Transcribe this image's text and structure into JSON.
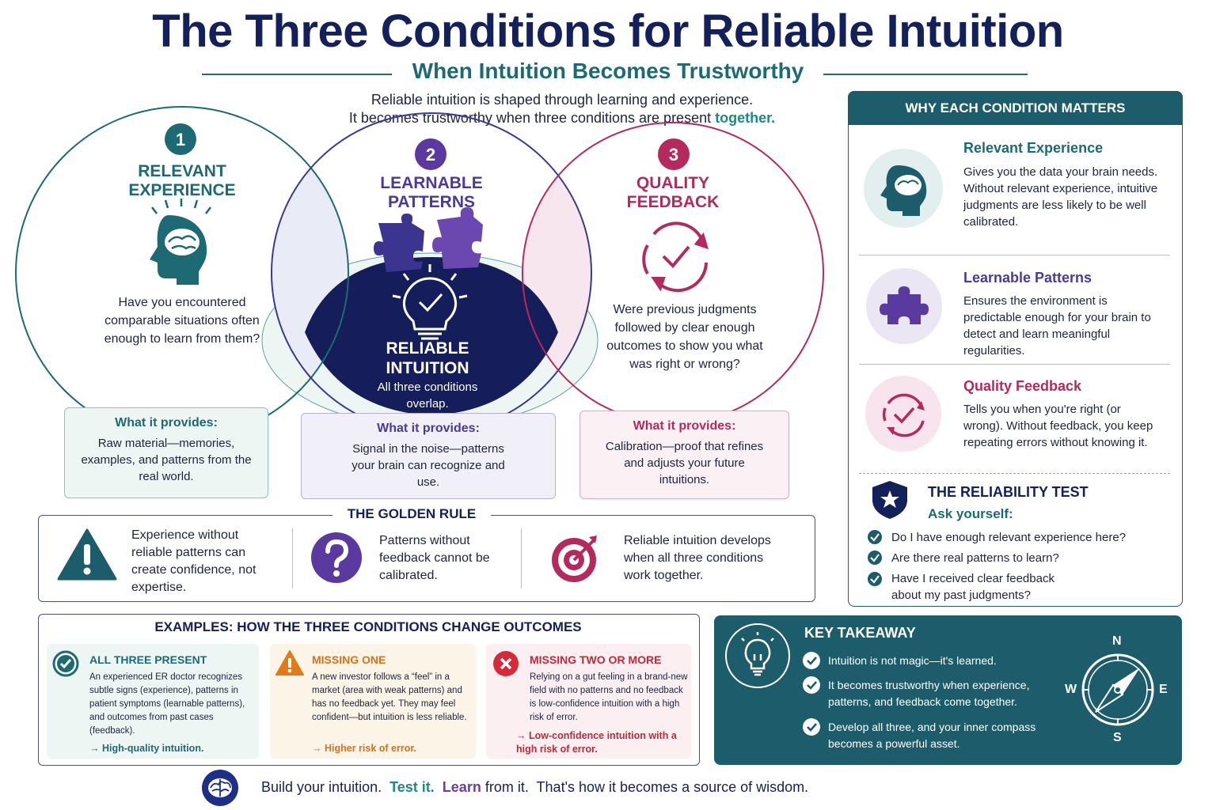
{
  "header": {
    "title": "The Three Conditions for Reliable Intuition",
    "subtitle": "When Intuition Becomes Trustworthy",
    "intro_line1": "Reliable intuition is shaped through learning and experience.",
    "intro_line2": "It becomes trustworthy when three conditions are present",
    "intro_accent": "together."
  },
  "colors": {
    "navy": "#14205a",
    "teal": "#1d6a74",
    "purple": "#5b3aa0",
    "crimson": "#b52a5e",
    "panel": "#1d5c6b"
  },
  "venn": {
    "c1": {
      "number": "1",
      "title": "RELEVANT EXPERIENCE",
      "icon": "head-brain-icon",
      "question": "Have you encountered comparable situations often enough to learn from them?",
      "provides_label": "What it provides:",
      "provides_text": "Raw material—memories, examples, and patterns from the real world."
    },
    "c2": {
      "number": "2",
      "title": "LEARNABLE PATTERNS",
      "icon": "puzzle-icon",
      "provides_label": "What it provides:",
      "provides_text": "Signal in the noise—patterns your brain can recognize and use."
    },
    "c3": {
      "number": "3",
      "title": "QUALITY FEEDBACK",
      "icon": "cycle-check-icon",
      "question": "Were previous judgments followed by clear enough outcomes to show you what was right or wrong?",
      "provides_label": "What it provides:",
      "provides_text": "Calibration—proof that refines and adjusts your future intuitions."
    },
    "center": {
      "title": "RELIABLE INTUITION",
      "subtitle": "All three conditions overlap.",
      "icon": "lightbulb-check-icon"
    }
  },
  "golden_rule": {
    "title": "THE GOLDEN RULE",
    "items": [
      {
        "icon": "warning-icon",
        "text": "Experience without reliable patterns can create confidence, not expertise."
      },
      {
        "icon": "question-icon",
        "text": "Patterns without feedback cannot be calibrated."
      },
      {
        "icon": "target-icon",
        "text": "Reliable intuition develops when all three conditions work together."
      }
    ]
  },
  "why": {
    "header": "WHY EACH CONDITION MATTERS",
    "items": [
      {
        "title": "Relevant Experience",
        "text": "Gives you the data your brain needs. Without relevant experience, intuitive judgments are less likely to be well calibrated."
      },
      {
        "title": "Learnable Patterns",
        "text": "Ensures the environment is predictable enough for your brain to detect and learn meaningful regularities."
      },
      {
        "title": "Quality Feedback",
        "text": "Tells you when you're right (or wrong). Without feedback, you keep repeating errors without knowing it."
      }
    ],
    "test_title": "THE RELIABILITY TEST",
    "test_sub": "Ask yourself:",
    "test_items": [
      "Do I have enough relevant experience here?",
      "Are there real patterns to learn?",
      "Have I received clear feedback about my past judgments?"
    ]
  },
  "examples": {
    "title": "EXAMPLES: HOW THE THREE CONDITIONS CHANGE OUTCOMES",
    "cards": [
      {
        "head": "ALL THREE PRESENT",
        "text": "An experienced ER doctor recognizes subtle signs (experience), patterns in patient symptoms (learnable patterns), and outcomes from past cases (feedback).",
        "outcome": "→ High-quality intuition."
      },
      {
        "head": "MISSING ONE",
        "text": "A new investor follows a “feel” in a market (area with weak patterns) and has no feedback yet. They may feel confident—but intuition is less reliable.",
        "outcome": "→ Higher risk of error."
      },
      {
        "head": "MISSING TWO OR MORE",
        "text": "Relying on a gut feeling in a brand-new field with no patterns and no feedback is low-confidence intuition with a high risk of error.",
        "outcome": "→ Low-confidence intuition with a high risk of error."
      }
    ]
  },
  "takeaway": {
    "title": "KEY TAKEAWAY",
    "items": [
      "Intuition is not magic—it's learned.",
      "It becomes trustworthy when experience, patterns, and feedback come together.",
      "Develop all three, and your inner compass becomes a powerful asset."
    ],
    "compass": {
      "n": "N",
      "e": "E",
      "s": "S",
      "w": "W"
    }
  },
  "footer": {
    "p1": "Build your intuition.",
    "p2": "Test it.",
    "p3": "Learn",
    "p4": "from it.",
    "p5": "That's how it becomes a source of wisdom."
  }
}
